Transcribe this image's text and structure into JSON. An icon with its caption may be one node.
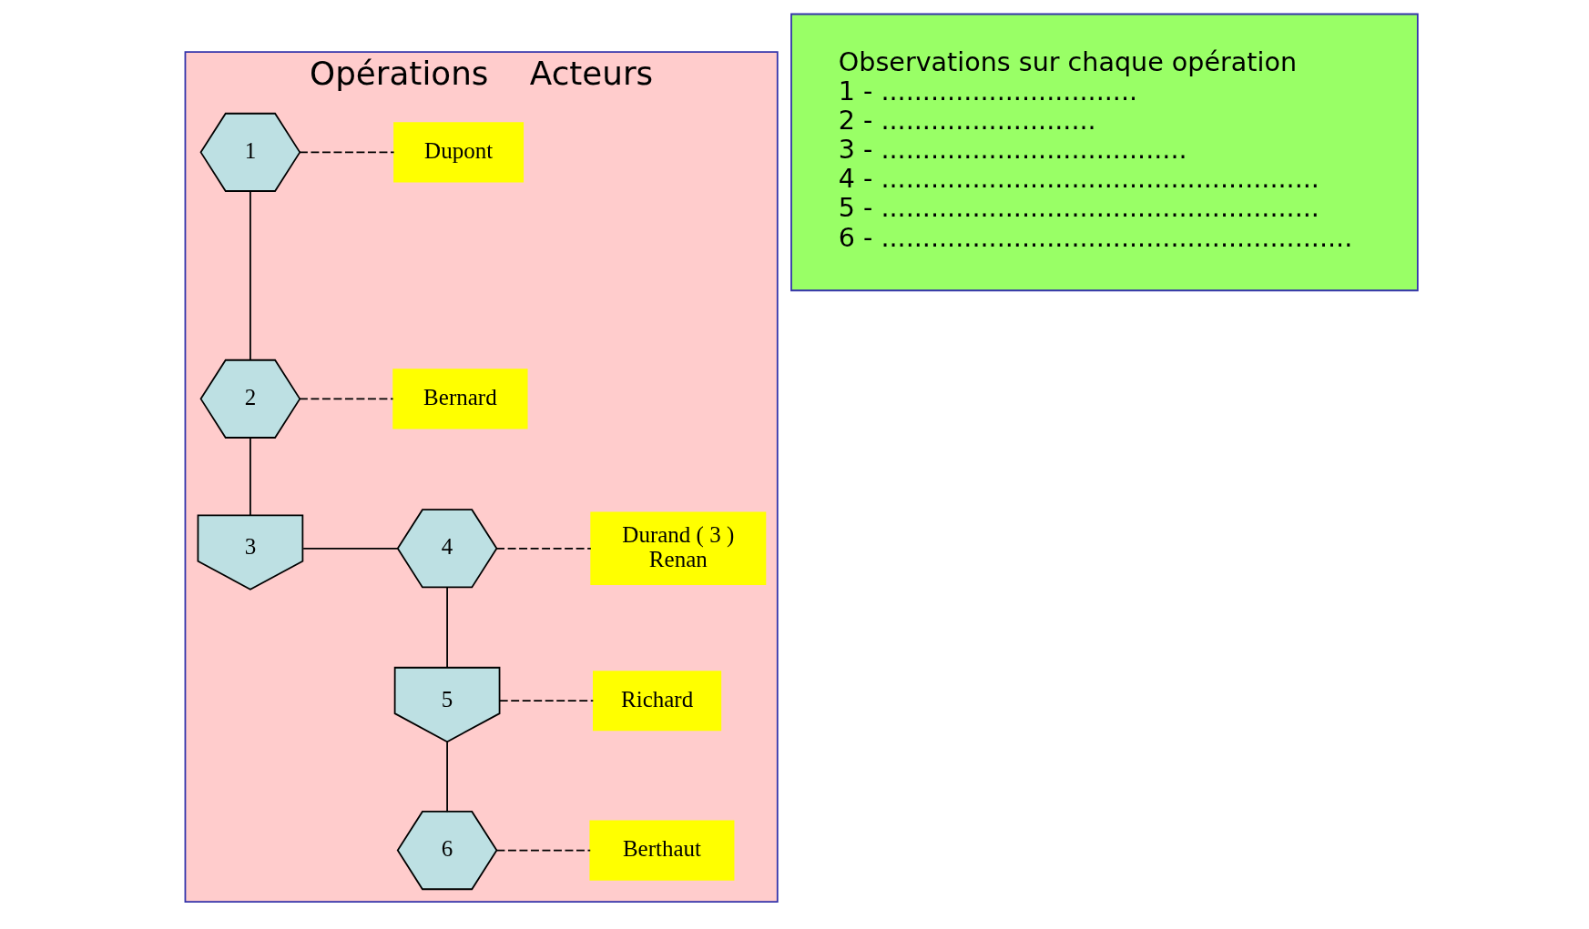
{
  "diagram": {
    "nodes": [
      {
        "text": [
          "Opérations",
          "Acteurs"
        ]
      },
      {
        "text": [
          "1"
        ],
        "in": 0
      },
      {
        "text": [
          "2"
        ],
        "in": 0
      },
      {
        "text": [
          "3"
        ],
        "in": 0
      },
      {
        "text": [
          "4"
        ],
        "in": 0
      },
      {
        "text": [
          "5"
        ],
        "in": 0
      },
      {
        "text": [
          "6"
        ],
        "in": 0
      },
      {
        "text": [
          "Dupont"
        ],
        "in": 0
      },
      {
        "text": [
          "Bernard"
        ],
        "in": 0
      },
      {
        "text": [
          "Durand ( 3 )",
          "Renan"
        ],
        "in": 0
      },
      {
        "text": [
          "Richard"
        ],
        "in": 0
      },
      {
        "text": [
          "Berthaut"
        ],
        "in": 0
      },
      {
        "text": [
          "Observations sur chaque opération",
          "1 - ...............................",
          "2 - ..........................",
          "3 - .....................................",
          "4 - .....................................................",
          "5 - .....................................................",
          "6 - ........................................................."
        ]
      }
    ],
    "edges": [
      {
        "from": 1,
        "to": 2,
        "arrow": "none"
      },
      {
        "from": 2,
        "to": 3,
        "arrow": "none"
      },
      {
        "from": 3,
        "to": 4,
        "arrow": "none"
      },
      {
        "from": 4,
        "to": 5,
        "arrow": "none"
      },
      {
        "from": 5,
        "to": 6,
        "arrow": "none"
      },
      {
        "from": 1,
        "to": 7,
        "arrow": "none",
        "style": "dashed"
      },
      {
        "from": 2,
        "to": 8,
        "arrow": "none",
        "style": "dashed"
      },
      {
        "from": 4,
        "to": 9,
        "arrow": "none",
        "style": "dashed"
      },
      {
        "from": 5,
        "to": 10,
        "arrow": "none",
        "style": "dashed"
      },
      {
        "from": 6,
        "to": 11,
        "arrow": "none",
        "style": "dashed"
      }
    ]
  }
}
